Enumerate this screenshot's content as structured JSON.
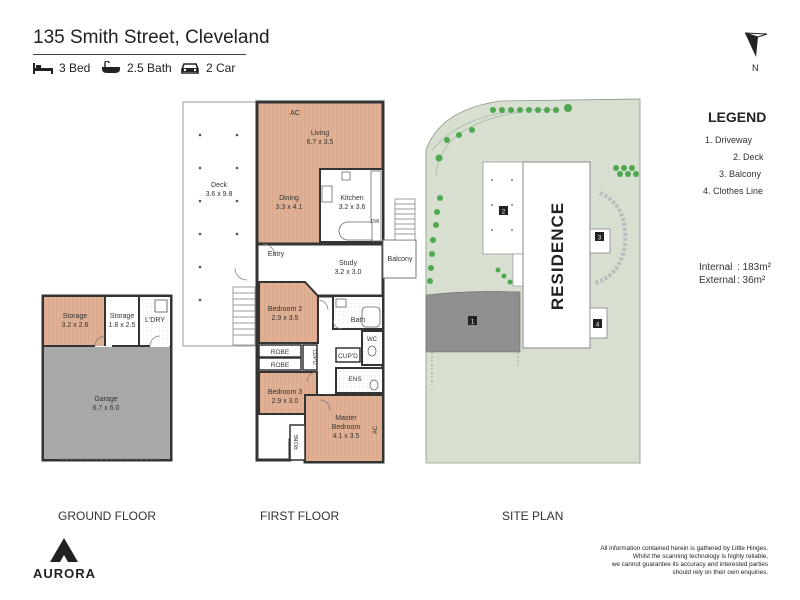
{
  "header": {
    "address": "135 Smith Street, Cleveland",
    "features": [
      {
        "icon": "bed-icon",
        "label": "3 Bed"
      },
      {
        "icon": "bath-icon",
        "label": "2.5 Bath"
      },
      {
        "icon": "car-icon",
        "label": "2 Car"
      }
    ]
  },
  "compass": {
    "north_label": "N"
  },
  "legend": {
    "title": "LEGEND",
    "items": [
      "1. Driveway",
      "2. Deck",
      "3. Balcony",
      "4. Clothes Line"
    ],
    "internal_label": "Internal",
    "internal_value": ": 183m²",
    "external_label": "External",
    "external_value": ": 36m²"
  },
  "ground_floor": {
    "caption": "GROUND FLOOR",
    "storage1_name": "Storage",
    "storage1_dim": "3.2 x 2.6",
    "storage2_name": "Storage",
    "storage2_dim": "1.8 x 2.5",
    "laundry": "L'DRY",
    "garage_name": "Garage",
    "garage_dim": "6.7 x 6.0"
  },
  "first_floor": {
    "caption": "FIRST FLOOR",
    "ac1": "AC",
    "living_name": "Living",
    "living_dim": "6.7 x 3.5",
    "deck_name": "Deck",
    "deck_dim": "3.6 x 9.8",
    "dining_name": "Dining",
    "dining_dim": "3.3 x 4.1",
    "kitchen_name": "Kitchen",
    "kitchen_dim": "3.2 x 3.6",
    "dw": "DW",
    "entry": "Entry",
    "study_name": "Study",
    "study_dim": "3.2 x 3.0",
    "balcony": "Balcony",
    "bed2_name": "Bedroom 2",
    "bed2_dim": "2.9 x 3.5",
    "bath": "Bath",
    "wc": "WC",
    "robe1": "ROBE",
    "robe2": "ROBE",
    "robe3": "ROBE",
    "cupd_v": "CUP'D",
    "cupd": "CUP'D",
    "ens": "ENS",
    "bed3_name": "Bedroom 3",
    "bed3_dim": "2.9 x 3.0",
    "master_name": "Master",
    "master_name2": "Bedroom",
    "master_dim": "4.1 x 3.5",
    "ac2": "AC"
  },
  "site_plan": {
    "caption": "SITE PLAN",
    "residence": "RESIDENCE",
    "markers": [
      "1",
      "2",
      "3",
      "4"
    ]
  },
  "footer": {
    "brand": "AURORA",
    "disclaimer": [
      "All information contained herein is gathered by Little Hinges.",
      "Whilst the scanning technology is highly reliable,",
      "we cannot guarantee its accuracy and interested parties",
      "should rely on their own enquiries."
    ]
  },
  "colors": {
    "wood": "#dfb095",
    "garage": "#a8a8a8",
    "site_green": "#d6dfd0",
    "driveway": "#8f8f8f",
    "tree": "#4fa84f"
  }
}
